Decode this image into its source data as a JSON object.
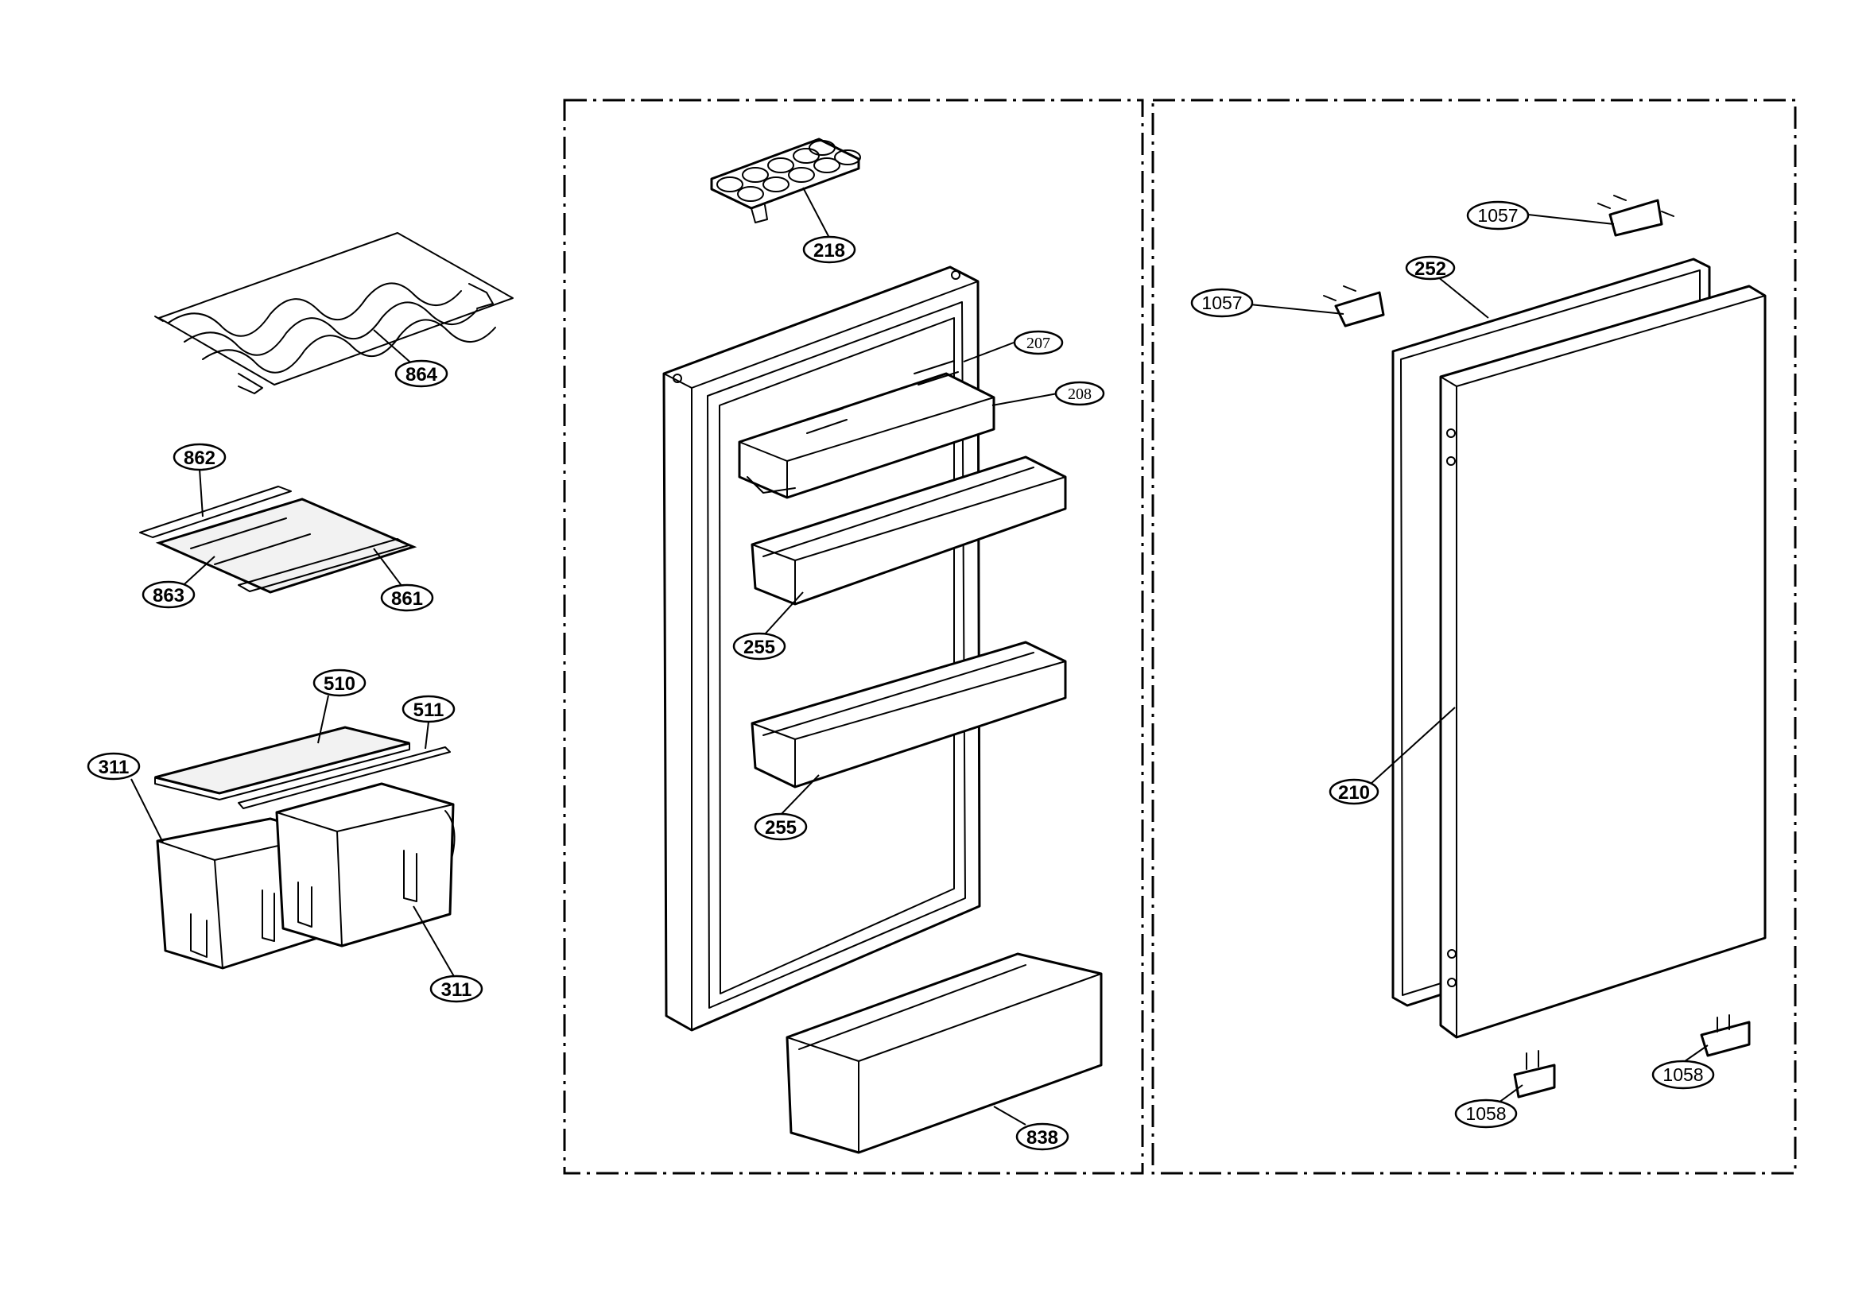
{
  "diagram": {
    "callouts": {
      "c864": "864",
      "c862": "862",
      "c863": "863",
      "c861": "861",
      "c510": "510",
      "c511": "511",
      "c311a": "311",
      "c311b": "311",
      "c218": "218",
      "c207": "207",
      "c208": "208",
      "c255a": "255",
      "c255b": "255",
      "c838": "838",
      "c1057a": "1057",
      "c1057b": "1057",
      "c252": "252",
      "c210": "210",
      "c1058a": "1058",
      "c1058b": "1058"
    }
  }
}
